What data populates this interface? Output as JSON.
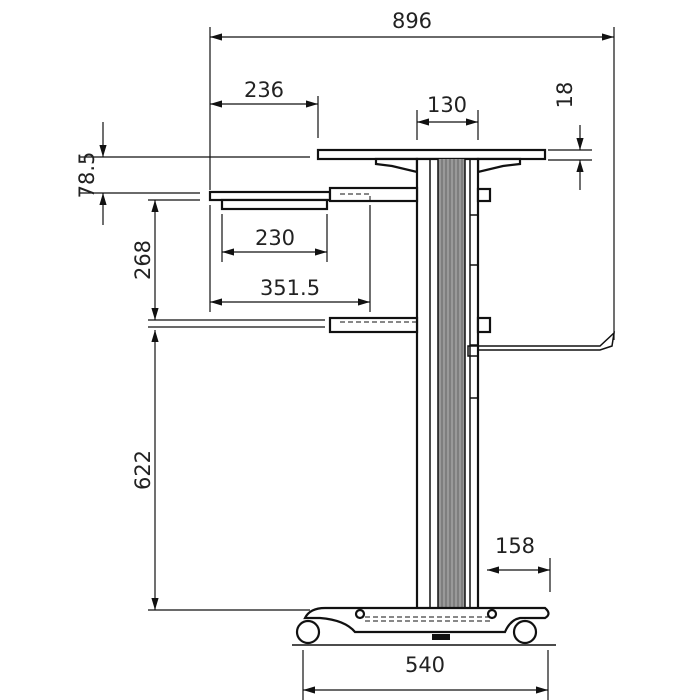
{
  "drawing": {
    "dimensions": {
      "overall_width": "896",
      "shelf_offset": "236",
      "column_width": "130",
      "top_thickness": "18",
      "top_to_shelf": "78.5",
      "tray_width": "230",
      "shelf_depth": "351.5",
      "shelf_spacing": "268",
      "lower_height": "622",
      "column_to_wheel": "158",
      "base_width": "540"
    },
    "colors": {
      "line": "#111111",
      "hatch": "#777777"
    }
  }
}
